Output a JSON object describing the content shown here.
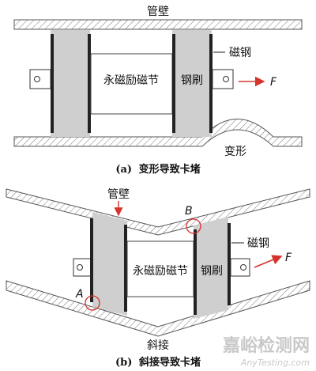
{
  "diagram_a": {
    "pipe_wall": "管壁",
    "magnet": "永磁励磁节",
    "brush": "钢刷",
    "magnet_steel": "磁钢",
    "force": "F",
    "deformation": "变形",
    "caption_prefix": "(a)",
    "caption_text": "变形导致卡堵"
  },
  "diagram_b": {
    "pipe_wall": "管壁",
    "point_a": "A",
    "point_b": "B",
    "magnet": "永磁励磁节",
    "brush": "钢刷",
    "magnet_steel": "磁钢",
    "force": "F",
    "joint": "斜接",
    "caption_prefix": "(b)",
    "caption_text": "斜接导致卡堵"
  },
  "watermark": {
    "cn": "嘉峪检测网",
    "en": "AnyTesting.com"
  },
  "colors": {
    "hatch": "#777777",
    "brush_fill": "#cfcfcf",
    "arrow": "#d6332d",
    "circle": "#d6332d"
  }
}
